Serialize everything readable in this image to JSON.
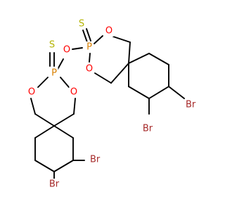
{
  "molecule": {
    "atoms": {
      "S1": "S",
      "P1": "P",
      "O1a": "O",
      "O1b": "O",
      "O1c": "O",
      "O2a": "O",
      "O2b": "O",
      "P2": "P",
      "S2": "S",
      "Br1": "Br",
      "Br2": "Br",
      "Br3": "Br",
      "Br4": "Br"
    },
    "colors": {
      "bond": "#000000",
      "S": "#b3b300",
      "P": "#d98000",
      "O": "#ff0000",
      "Br": "#a62929"
    }
  }
}
